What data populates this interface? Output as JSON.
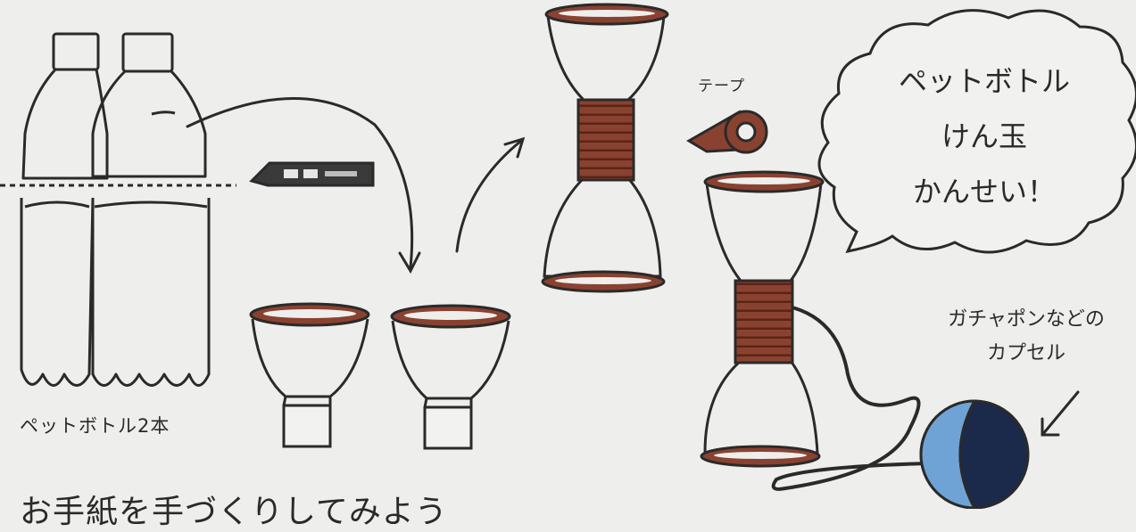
{
  "labels": {
    "bottles": "ペットボトル2本",
    "tape": "テープ",
    "bubble": [
      "ペットボトル",
      "けん玉",
      "かんせい！"
    ],
    "capsule": [
      "ガチャポンなどの",
      "カプセル"
    ],
    "bottom_partial": "お手紙を手づくりしてみよう"
  },
  "colors": {
    "ink": "#2a2a2a",
    "rim": "#8a4230",
    "capsule_dark": "#1b2a4a",
    "capsule_light": "#6fa3d6",
    "paper": "#eeeeec"
  },
  "icons": {
    "cutter": "box-cutter-icon",
    "tape": "tape-roll-icon",
    "capsule": "capsule-ball-icon"
  }
}
